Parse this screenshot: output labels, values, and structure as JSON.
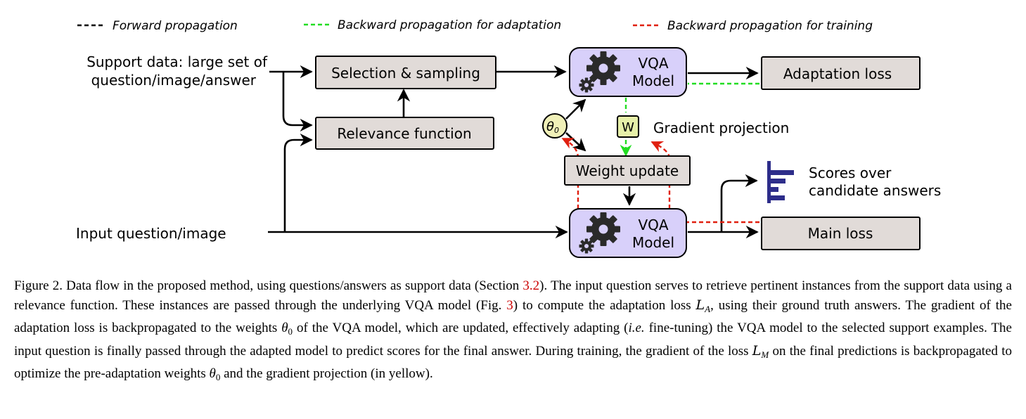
{
  "legend": {
    "forward": "Forward propagation",
    "backward_adapt": "Backward propagation for adaptation",
    "backward_train": "Backward propagation for training"
  },
  "inputs": {
    "support_line1": "Support data: large set of",
    "support_line2": "question/image/answer",
    "input_question": "Input question/image"
  },
  "boxes": {
    "selection": "Selection & sampling",
    "relevance": "Relevance function",
    "vqa_line1": "VQA",
    "vqa_line2": "Model",
    "adaptation_loss": "Adaptation loss",
    "weight_update": "Weight update",
    "main_loss": "Main loss",
    "theta_symbol": "θ",
    "theta_sub": "0",
    "w_label": "W"
  },
  "labels": {
    "gradient_projection": "Gradient projection",
    "scores_line1": "Scores over",
    "scores_line2": "candidate answers"
  },
  "caption": {
    "p1": "Figure 2. Data flow in the proposed method, using questions/answers as support data (Section ",
    "ref1": "3.2",
    "p2": "). The input question serves to retrieve pertinent instances from the support data using a relevance function.  These instances are passed through the underlying VQA model (Fig. ",
    "ref2": "3",
    "p3": ") to compute the adaptation loss ",
    "LA_letter": "L",
    "LA_sub": "A",
    "p4": ", using their ground truth answers. The gradient of the adaptation loss is backpropagated to the weights ",
    "theta_letter": "θ",
    "theta_sub": "0",
    "p5": " of the VQA model, which are updated, effectively adapting (",
    "ie": "i.e.",
    "p6": " fine-tuning) the VQA model to the selected support examples. The input question is finally passed through the adapted model to predict scores for the final answer. During training, the gradient of the loss ",
    "LM_letter": "L",
    "LM_sub": "M",
    "p7": " on the final predictions is backpropagated to optimize the pre-adaptation weights ",
    "p8": " and the gradient projection (in yellow)."
  },
  "colors": {
    "box_fill": "#e1dbd8",
    "vqa_fill": "#d8d0fa",
    "theta_fill": "#f0f0b8",
    "w_fill": "#e6f0a8",
    "green": "#22dd22",
    "red": "#e02010",
    "bars": "#2d2d8a",
    "gear": "#2a2a2a"
  }
}
